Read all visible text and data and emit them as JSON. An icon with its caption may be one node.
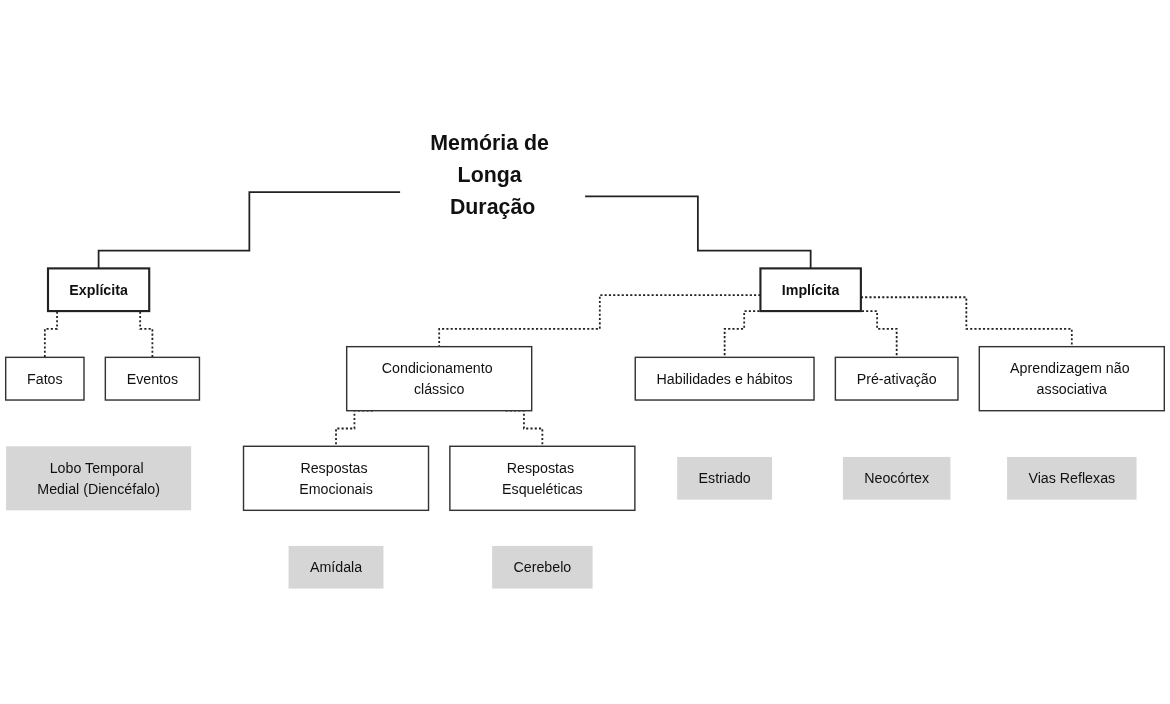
{
  "diagram": {
    "nodes": [
      {
        "text": [
          "Memória de Longa Duração"
        ]
      },
      {
        "text": [
          "Explícita"
        ]
      },
      {
        "text": [
          "Fatos"
        ]
      },
      {
        "text": [
          "Eventos"
        ]
      },
      {
        "text": [
          "Lobo Temporal Medial (Diencéfalo)"
        ]
      },
      {
        "text": [
          "Implícita"
        ]
      },
      {
        "text": [
          "Condicionamento clássico"
        ]
      },
      {
        "text": [
          "Habilidades e hábitos"
        ]
      },
      {
        "text": [
          "Pré-ativação"
        ]
      },
      {
        "text": [
          "Aprendizagem não associativa"
        ]
      },
      {
        "text": [
          "Respostas Emocionais"
        ]
      },
      {
        "text": [
          "Respostas Esqueléticas"
        ]
      },
      {
        "text": [
          "Estriado"
        ]
      },
      {
        "text": [
          "Neocórtex"
        ]
      },
      {
        "text": [
          "Vias Reflexas"
        ]
      },
      {
        "text": [
          "Amídala"
        ]
      },
      {
        "text": [
          "Cerebelo"
        ]
      }
    ],
    "edges": [
      {
        "from": 0,
        "to": 1,
        "arrow": "none"
      },
      {
        "from": 0,
        "to": 5,
        "arrow": "none"
      },
      {
        "from": 1,
        "to": 2,
        "arrow": "none",
        "style": "dashed"
      },
      {
        "from": 1,
        "to": 3,
        "arrow": "none",
        "style": "dashed"
      },
      {
        "from": 5,
        "to": 7,
        "arrow": "none",
        "style": "dashed"
      },
      {
        "from": 5,
        "to": 8,
        "arrow": "none",
        "style": "dashed"
      },
      {
        "from": 5,
        "to": 9,
        "arrow": "none",
        "style": "dashed"
      },
      {
        "from": 5,
        "to": 6,
        "arrow": "none",
        "style": "dashed"
      },
      {
        "from": 6,
        "to": 10,
        "arrow": "none",
        "style": "dashed"
      },
      {
        "from": 6,
        "to": 11,
        "arrow": "none",
        "style": "dashed"
      }
    ]
  }
}
